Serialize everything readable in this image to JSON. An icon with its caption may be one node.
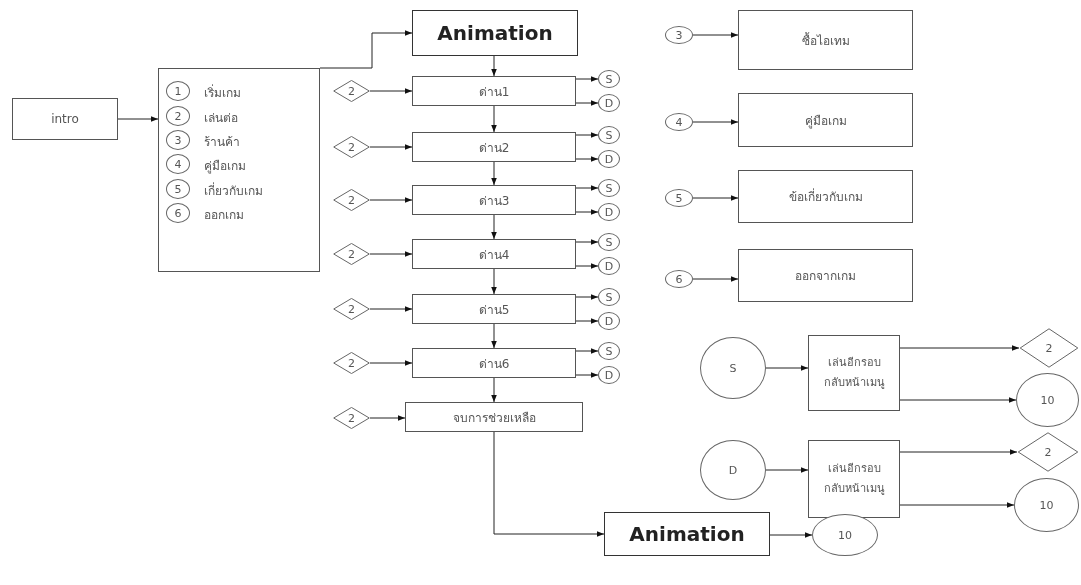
{
  "diagram": {
    "nodes": [
      {
        "text": [
          "intro"
        ]
      },
      {
        "text": [],
        "shape": "box"
      },
      {
        "text": [
          "1"
        ],
        "in": 1,
        "beside": [
          "เริ่มเกม"
        ]
      },
      {
        "text": [
          "2"
        ],
        "in": 1,
        "beside": [
          "เล่นต่อ"
        ]
      },
      {
        "text": [
          "3"
        ],
        "in": 1,
        "beside": [
          "ร้านค้า"
        ]
      },
      {
        "text": [
          "4"
        ],
        "in": 1,
        "beside": [
          "คู่มือเกม"
        ]
      },
      {
        "text": [
          "5"
        ],
        "in": 1,
        "beside": [
          "เกี่ยวกับเกม"
        ]
      },
      {
        "text": [
          "6"
        ],
        "in": 1,
        "beside": [
          "ออกเกม"
        ]
      },
      {
        "text": [
          "Animation"
        ]
      },
      {
        "text": [
          "2"
        ]
      },
      {
        "text": [
          "ด่าน1"
        ]
      },
      {
        "text": [
          "S"
        ]
      },
      {
        "text": [
          "D"
        ]
      },
      {
        "text": [
          "2"
        ]
      },
      {
        "text": [
          "ด่าน2"
        ]
      },
      {
        "text": [
          "S"
        ]
      },
      {
        "text": [
          "D"
        ]
      },
      {
        "text": [
          "2"
        ]
      },
      {
        "text": [
          "ด่าน3"
        ]
      },
      {
        "text": [
          "S"
        ]
      },
      {
        "text": [
          "D"
        ]
      },
      {
        "text": [
          "2"
        ]
      },
      {
        "text": [
          "ด่าน4"
        ]
      },
      {
        "text": [
          "S"
        ]
      },
      {
        "text": [
          "D"
        ]
      },
      {
        "text": [
          "2"
        ]
      },
      {
        "text": [
          "ด่าน5"
        ]
      },
      {
        "text": [
          "S"
        ]
      },
      {
        "text": [
          "D"
        ]
      },
      {
        "text": [
          "2"
        ]
      },
      {
        "text": [
          "ด่าน6"
        ]
      },
      {
        "text": [
          "S"
        ]
      },
      {
        "text": [
          "D"
        ]
      },
      {
        "text": [
          "2"
        ]
      },
      {
        "text": [
          "จบการช่วยเหลือ"
        ]
      },
      {
        "text": [
          "3"
        ]
      },
      {
        "text": [
          "ซื้อไอเทม"
        ]
      },
      {
        "text": [
          "4"
        ]
      },
      {
        "text": [
          "คู่มือเกม"
        ]
      },
      {
        "text": [
          "5"
        ]
      },
      {
        "text": [
          "ข้อเกี่ยวกับเกม"
        ]
      },
      {
        "text": [
          "6"
        ]
      },
      {
        "text": [
          "ออกจากเกม"
        ]
      },
      {
        "text": [
          "S"
        ]
      },
      {
        "text": [
          "เล่นอีกรอบ กลับหน้าเมนู"
        ]
      },
      {
        "text": [
          "2"
        ]
      },
      {
        "text": [
          "10"
        ]
      },
      {
        "text": [
          "D"
        ]
      },
      {
        "text": [
          "เล่นอีกรอบ กลับหน้าเมนู"
        ]
      },
      {
        "text": [
          "2"
        ]
      },
      {
        "text": [
          "10"
        ]
      },
      {
        "text": [
          "Animation"
        ]
      },
      {
        "text": [
          "10"
        ]
      }
    ],
    "edges": [
      {
        "from": 0,
        "to": 1,
        "arrow": "to"
      },
      {
        "from": 1,
        "to": 8,
        "arrow": "to"
      },
      {
        "from": 8,
        "to": 10,
        "arrow": "to"
      },
      {
        "from": 9,
        "to": 10,
        "arrow": "to"
      },
      {
        "from": 10,
        "to": 11,
        "arrow": "to"
      },
      {
        "from": 10,
        "to": 12,
        "arrow": "to"
      },
      {
        "from": 10,
        "to": 14,
        "arrow": "to"
      },
      {
        "from": 13,
        "to": 14,
        "arrow": "to"
      },
      {
        "from": 14,
        "to": 15,
        "arrow": "to"
      },
      {
        "from": 14,
        "to": 16,
        "arrow": "to"
      },
      {
        "from": 14,
        "to": 18,
        "arrow": "to"
      },
      {
        "from": 17,
        "to": 18,
        "arrow": "to"
      },
      {
        "from": 18,
        "to": 19,
        "arrow": "to"
      },
      {
        "from": 18,
        "to": 20,
        "arrow": "to"
      },
      {
        "from": 18,
        "to": 22,
        "arrow": "to"
      },
      {
        "from": 21,
        "to": 22,
        "arrow": "to"
      },
      {
        "from": 22,
        "to": 23,
        "arrow": "to"
      },
      {
        "from": 22,
        "to": 24,
        "arrow": "to"
      },
      {
        "from": 22,
        "to": 26,
        "arrow": "to"
      },
      {
        "from": 25,
        "to": 26,
        "arrow": "to"
      },
      {
        "from": 26,
        "to": 27,
        "arrow": "to"
      },
      {
        "from": 26,
        "to": 28,
        "arrow": "to"
      },
      {
        "from": 26,
        "to": 30,
        "arrow": "to"
      },
      {
        "from": 29,
        "to": 30,
        "arrow": "to"
      },
      {
        "from": 30,
        "to": 31,
        "arrow": "to"
      },
      {
        "from": 30,
        "to": 32,
        "arrow": "to"
      },
      {
        "from": 30,
        "to": 34,
        "arrow": "to"
      },
      {
        "from": 33,
        "to": 34,
        "arrow": "to"
      },
      {
        "from": 34,
        "to": 51,
        "arrow": "to"
      },
      {
        "from": 51,
        "to": 52,
        "arrow": "to"
      },
      {
        "from": 35,
        "to": 36,
        "arrow": "to"
      },
      {
        "from": 37,
        "to": 38,
        "arrow": "to"
      },
      {
        "from": 39,
        "to": 40,
        "arrow": "to"
      },
      {
        "from": 41,
        "to": 42,
        "arrow": "to"
      },
      {
        "from": 43,
        "to": 44,
        "arrow": "to"
      },
      {
        "from": 44,
        "to": 45,
        "arrow": "to"
      },
      {
        "from": 44,
        "to": 46,
        "arrow": "to"
      },
      {
        "from": 47,
        "to": 48,
        "arrow": "to"
      },
      {
        "from": 48,
        "to": 49,
        "arrow": "to"
      },
      {
        "from": 48,
        "to": 50,
        "arrow": "to"
      }
    ]
  }
}
